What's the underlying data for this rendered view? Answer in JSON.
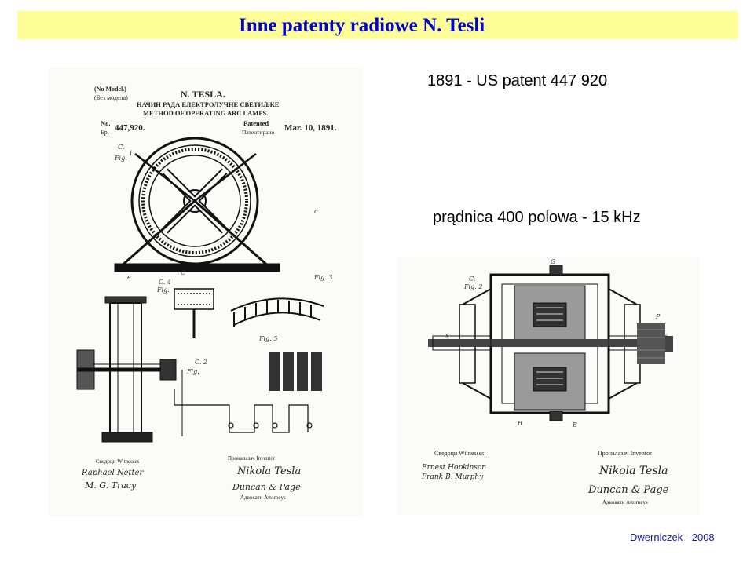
{
  "slide": {
    "title": "Inne patenty radiowe N. Tesli",
    "patent_heading": "1891 - US patent 447 920",
    "subtitle": "prądnica 400 polowa - 15 kHz",
    "footer": "Dwerniczek - 2008"
  },
  "patent_sheet_left": {
    "model_note": "(No Model.)",
    "model_note_cyrillic": "(Без модела)",
    "inventor": "N. TESLA.",
    "title_cyrillic": "НАЧИН РАДА ЕЛЕКТРОЛУЧНЕ СВЕТИЉКЕ",
    "title": "METHOD OF OPERATING ARC LAMPS.",
    "number_label": "No.",
    "number_label_cyrillic": "Бр.",
    "number": "447,920.",
    "patented_label": "Patented",
    "patented_label_cyrillic": "Патентирано",
    "date": "Mar. 10, 1891.",
    "witnesses_label": "Сведоци Witnesses",
    "inventor_label": "Проналазач Inventor",
    "signature": "Nikola Tesla",
    "attorneys_signature": "Duncan & Page",
    "attorneys_label": "Адвокати Attorneys",
    "witness_1": "Raphael Netter",
    "witness_2": "M. G. Tracy"
  },
  "patent_sheet_right": {
    "witnesses_label": "Сведоци Witnesses:",
    "inventor_label": "Проналазач Inventor",
    "signature": "Nikola Tesla",
    "attorneys_signature": "Duncan & Page",
    "attorneys_label": "Адвокати Attorneys",
    "witness_1": "Ernest Hopkinson",
    "witness_2": "Frank B. Murphy"
  },
  "colors": {
    "title": "#0000cc",
    "title_bar": "#ffff99",
    "footer": "#1a1aa6"
  }
}
